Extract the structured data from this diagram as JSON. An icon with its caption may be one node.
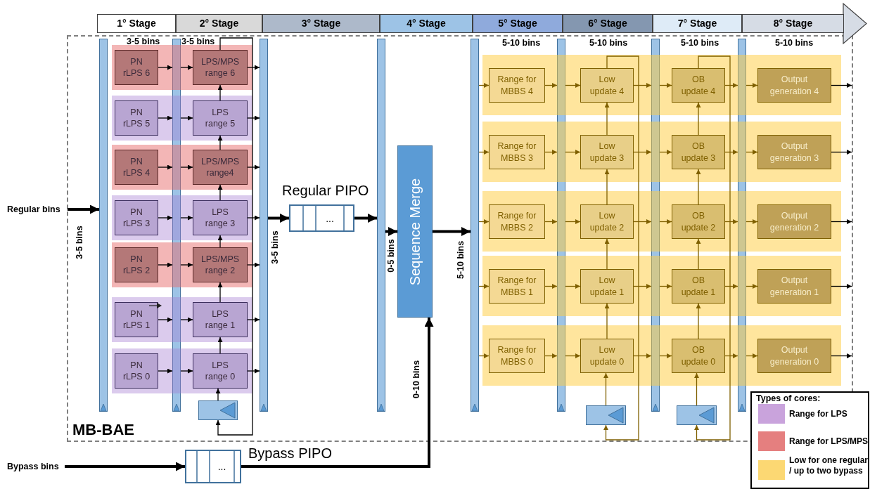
{
  "diagram": {
    "nodes": [
      {
        "text": [
          "1° Stage"
        ]
      },
      {
        "text": [
          "2° Stage"
        ]
      },
      {
        "text": [
          "3° Stage"
        ]
      },
      {
        "text": [
          "4° Stage"
        ]
      },
      {
        "text": [
          "5° Stage"
        ]
      },
      {
        "text": [
          "6° Stage"
        ]
      },
      {
        "text": [
          "7° Stage"
        ]
      },
      {
        "text": [
          "8° Stage"
        ]
      },
      {
        "text": [
          "MB-BAE"
        ]
      },
      {
        "text": [],
        "shape": "bar",
        "in": 8
      },
      {
        "text": [],
        "shape": "bar",
        "in": 8
      },
      {
        "text": [],
        "shape": "bar",
        "in": 8
      },
      {
        "text": [],
        "shape": "bar",
        "in": 8
      },
      {
        "text": [],
        "shape": "bar",
        "in": 8
      },
      {
        "text": [],
        "shape": "bar",
        "in": 8
      },
      {
        "text": [],
        "shape": "bar",
        "in": 8
      },
      {
        "text": [],
        "shape": "bar",
        "in": 8
      },
      {
        "text": [],
        "shape": "band",
        "in": 8
      },
      {
        "text": [
          "PN rLPS 6"
        ],
        "in": 17
      },
      {
        "text": [
          "LPS/MPS range 6"
        ],
        "in": 17
      },
      {
        "text": [],
        "shape": "band",
        "in": 8
      },
      {
        "text": [
          "PN rLPS 5"
        ],
        "in": 20
      },
      {
        "text": [
          "LPS range 5"
        ],
        "in": 20
      },
      {
        "text": [],
        "shape": "band",
        "in": 8
      },
      {
        "text": [
          "PN rLPS 4"
        ],
        "in": 23
      },
      {
        "text": [
          "LPS/MPS range4"
        ],
        "in": 23
      },
      {
        "text": [],
        "shape": "band",
        "in": 8
      },
      {
        "text": [
          "PN rLPS 3"
        ],
        "in": 26
      },
      {
        "text": [
          "LPS range 3"
        ],
        "in": 26
      },
      {
        "text": [],
        "shape": "band",
        "in": 8
      },
      {
        "text": [
          "PN rLPS 2"
        ],
        "in": 29
      },
      {
        "text": [
          "LPS/MPS range 2"
        ],
        "in": 29
      },
      {
        "text": [],
        "shape": "band",
        "in": 8
      },
      {
        "text": [
          "PN rLPS 1"
        ],
        "in": 32
      },
      {
        "text": [
          "LPS range 1"
        ],
        "in": 32
      },
      {
        "text": [],
        "shape": "band",
        "in": 8
      },
      {
        "text": [
          "PN rLPS 0"
        ],
        "in": 35
      },
      {
        "text": [
          "LPS range 0"
        ],
        "in": 35
      },
      {
        "text": [],
        "shape": "box",
        "in": 8
      },
      {
        "text": [
          "Regular bins"
        ]
      },
      {
        "text": [
          "Regular PIPO",
          "..."
        ],
        "in": 8
      },
      {
        "text": [
          "Sequence Merge"
        ],
        "in": 8
      },
      {
        "text": [
          "Bypass bins"
        ]
      },
      {
        "text": [
          "Bypass PIPO",
          "..."
        ]
      },
      {
        "text": [],
        "shape": "band",
        "in": 8
      },
      {
        "text": [
          "Range for MBBS 4"
        ],
        "in": 44
      },
      {
        "text": [
          "Low update 4"
        ],
        "in": 44
      },
      {
        "text": [
          "OB update 4"
        ],
        "in": 44
      },
      {
        "text": [
          "Output generation 4"
        ],
        "in": 44
      },
      {
        "text": [],
        "shape": "band",
        "in": 8
      },
      {
        "text": [
          "Range for MBBS 3"
        ],
        "in": 49
      },
      {
        "text": [
          "Low update 3"
        ],
        "in": 49
      },
      {
        "text": [
          "OB update 3"
        ],
        "in": 49
      },
      {
        "text": [
          "Output generation 3"
        ],
        "in": 49
      },
      {
        "text": [],
        "shape": "band",
        "in": 8
      },
      {
        "text": [
          "Range for MBBS 2"
        ],
        "in": 54
      },
      {
        "text": [
          "Low update 2"
        ],
        "in": 54
      },
      {
        "text": [
          "OB update 2"
        ],
        "in": 54
      },
      {
        "text": [
          "Output generation 2"
        ],
        "in": 54
      },
      {
        "text": [],
        "shape": "band",
        "in": 8
      },
      {
        "text": [
          "Range for MBBS 1"
        ],
        "in": 59
      },
      {
        "text": [
          "Low update 1"
        ],
        "in": 59
      },
      {
        "text": [
          "OB update 1"
        ],
        "in": 59
      },
      {
        "text": [
          "Output generation 1"
        ],
        "in": 59
      },
      {
        "text": [],
        "shape": "band",
        "in": 8
      },
      {
        "text": [
          "Range for MBBS 0"
        ],
        "in": 64
      },
      {
        "text": [
          "Low update 0"
        ],
        "in": 64
      },
      {
        "text": [
          "OB update 0"
        ],
        "in": 64
      },
      {
        "text": [
          "Output generation 0"
        ],
        "in": 64
      },
      {
        "text": [],
        "shape": "box",
        "in": 8
      },
      {
        "text": [],
        "shape": "box",
        "in": 8
      }
    ],
    "edges": [
      {
        "from": 39,
        "to": 9,
        "arrow": "to",
        "style": "thick",
        "color": "#000000"
      },
      {
        "from": 18,
        "to": 10,
        "arrow": "to",
        "color": "#000000"
      },
      {
        "from": 10,
        "to": 19,
        "arrow": "to",
        "color": "#000000"
      },
      {
        "from": 19,
        "to": 11,
        "arrow": "to",
        "color": "#000000"
      },
      {
        "from": 21,
        "to": 10,
        "arrow": "to",
        "color": "#000000"
      },
      {
        "from": 10,
        "to": 22,
        "arrow": "to",
        "color": "#000000"
      },
      {
        "from": 22,
        "to": 11,
        "arrow": "to",
        "color": "#000000"
      },
      {
        "from": 24,
        "to": 10,
        "arrow": "to",
        "color": "#000000"
      },
      {
        "from": 10,
        "to": 25,
        "arrow": "to",
        "color": "#000000"
      },
      {
        "from": 25,
        "to": 11,
        "arrow": "to",
        "color": "#000000"
      },
      {
        "from": 27,
        "to": 10,
        "arrow": "to",
        "color": "#000000"
      },
      {
        "from": 10,
        "to": 28,
        "arrow": "to",
        "color": "#000000"
      },
      {
        "from": 28,
        "to": 11,
        "arrow": "to",
        "color": "#000000"
      },
      {
        "from": 30,
        "to": 10,
        "arrow": "to",
        "color": "#000000"
      },
      {
        "from": 10,
        "to": 31,
        "arrow": "to",
        "color": "#000000"
      },
      {
        "from": 31,
        "to": 11,
        "arrow": "to",
        "color": "#000000"
      },
      {
        "from": 33,
        "to": 10,
        "arrow": "to",
        "color": "#000000"
      },
      {
        "from": 10,
        "to": 34,
        "arrow": "to",
        "color": "#000000"
      },
      {
        "from": 34,
        "to": 11,
        "arrow": "to",
        "color": "#000000"
      },
      {
        "from": 36,
        "to": 10,
        "arrow": "to",
        "color": "#000000"
      },
      {
        "from": 10,
        "to": 37,
        "arrow": "to",
        "color": "#000000"
      },
      {
        "from": 37,
        "to": 11,
        "arrow": "to",
        "color": "#000000"
      },
      {
        "from": 37,
        "to": 34,
        "arrow": "to",
        "color": "#000000"
      },
      {
        "from": 34,
        "to": 31,
        "arrow": "to",
        "color": "#000000"
      },
      {
        "from": 31,
        "to": 28,
        "arrow": "to",
        "color": "#000000"
      },
      {
        "from": 28,
        "to": 25,
        "arrow": "to",
        "color": "#000000"
      },
      {
        "from": 25,
        "to": 22,
        "arrow": "to",
        "color": "#000000"
      },
      {
        "from": 22,
        "to": 19,
        "arrow": "to",
        "color": "#000000"
      },
      {
        "from": 19,
        "to": 38,
        "arrow": "to",
        "color": "#000000"
      },
      {
        "from": 38,
        "to": 37,
        "arrow": "to",
        "color": "#000000"
      },
      {
        "from": 11,
        "to": 40,
        "arrow": "to",
        "style": "thick",
        "color": "#000000"
      },
      {
        "from": 40,
        "to": 12,
        "arrow": "to",
        "style": "thick",
        "color": "#000000"
      },
      {
        "from": 12,
        "to": 41,
        "arrow": "to",
        "style": "thick",
        "color": "#000000"
      },
      {
        "from": 41,
        "to": 13,
        "arrow": "to",
        "style": "thick",
        "color": "#000000"
      },
      {
        "from": 42,
        "to": 43,
        "arrow": "to",
        "style": "thick",
        "color": "#000000"
      },
      {
        "from": 43,
        "to": 41,
        "arrow": "to",
        "style": "thick",
        "color": "#000000"
      },
      {
        "from": 13,
        "to": 45,
        "arrow": "to"
      },
      {
        "from": 45,
        "to": 14,
        "arrow": "to"
      },
      {
        "from": 14,
        "to": 46,
        "arrow": "to"
      },
      {
        "from": 46,
        "to": 15,
        "arrow": "to"
      },
      {
        "from": 15,
        "to": 47,
        "arrow": "to"
      },
      {
        "from": 47,
        "to": 16,
        "arrow": "to"
      },
      {
        "from": 16,
        "to": 48,
        "arrow": "to"
      },
      {
        "from": 48,
        "to": null,
        "arrow": "to",
        "color": "#000000"
      },
      {
        "from": 13,
        "to": 50,
        "arrow": "to"
      },
      {
        "from": 50,
        "to": 14,
        "arrow": "to"
      },
      {
        "from": 14,
        "to": 51,
        "arrow": "to"
      },
      {
        "from": 51,
        "to": 15,
        "arrow": "to"
      },
      {
        "from": 15,
        "to": 52,
        "arrow": "to"
      },
      {
        "from": 52,
        "to": 16,
        "arrow": "to"
      },
      {
        "from": 16,
        "to": 53,
        "arrow": "to"
      },
      {
        "from": 53,
        "to": null,
        "arrow": "to",
        "color": "#000000"
      },
      {
        "from": 13,
        "to": 55,
        "arrow": "to"
      },
      {
        "from": 55,
        "to": 14,
        "arrow": "to"
      },
      {
        "from": 14,
        "to": 56,
        "arrow": "to"
      },
      {
        "from": 56,
        "to": 15,
        "arrow": "to"
      },
      {
        "from": 15,
        "to": 57,
        "arrow": "to"
      },
      {
        "from": 57,
        "to": 16,
        "arrow": "to"
      },
      {
        "from": 16,
        "to": 58,
        "arrow": "to"
      },
      {
        "from": 58,
        "to": null,
        "arrow": "to",
        "color": "#000000"
      },
      {
        "from": 13,
        "to": 60,
        "arrow": "to"
      },
      {
        "from": 60,
        "to": 14,
        "arrow": "to"
      },
      {
        "from": 14,
        "to": 61,
        "arrow": "to"
      },
      {
        "from": 61,
        "to": 15,
        "arrow": "to"
      },
      {
        "from": 15,
        "to": 62,
        "arrow": "to"
      },
      {
        "from": 62,
        "to": 16,
        "arrow": "to"
      },
      {
        "from": 16,
        "to": 63,
        "arrow": "to"
      },
      {
        "from": 63,
        "to": null,
        "arrow": "to",
        "color": "#000000"
      },
      {
        "from": 13,
        "to": 65,
        "arrow": "to"
      },
      {
        "from": 65,
        "to": 14,
        "arrow": "to"
      },
      {
        "from": 14,
        "to": 66,
        "arrow": "to"
      },
      {
        "from": 66,
        "to": 15,
        "arrow": "to"
      },
      {
        "from": 15,
        "to": 67,
        "arrow": "to"
      },
      {
        "from": 67,
        "to": 16,
        "arrow": "to"
      },
      {
        "from": 16,
        "to": 68,
        "arrow": "to"
      },
      {
        "from": 68,
        "to": null,
        "arrow": "to",
        "color": "#000000"
      },
      {
        "from": 66,
        "to": 61,
        "arrow": "to"
      },
      {
        "from": 61,
        "to": 56,
        "arrow": "to"
      },
      {
        "from": 56,
        "to": 51,
        "arrow": "to"
      },
      {
        "from": 51,
        "to": 46,
        "arrow": "to"
      },
      {
        "from": 46,
        "to": 69,
        "arrow": "to"
      },
      {
        "from": 69,
        "to": 66,
        "arrow": "to"
      },
      {
        "from": 67,
        "to": 62,
        "arrow": "to"
      },
      {
        "from": 62,
        "to": 57,
        "arrow": "to"
      },
      {
        "from": 57,
        "to": 52,
        "arrow": "to"
      },
      {
        "from": 52,
        "to": 47,
        "arrow": "to"
      },
      {
        "from": 47,
        "to": 70,
        "arrow": "to"
      },
      {
        "from": 70,
        "to": 67,
        "arrow": "to"
      }
    ],
    "labels": [
      "3-5 bins",
      "3-5 bins",
      "5-10 bins",
      "5-10 bins",
      "5-10 bins",
      "5-10 bins",
      "3-5 bins",
      "3-5 bins",
      "0-5 bins",
      "5-10 bins",
      "0-10 bins",
      "Types of cores:"
    ],
    "legend": [
      {
        "text": "Range for LPS",
        "color": "#c9a3dc"
      },
      {
        "text": "Range for LPS/MPS",
        "color": "#e57f7f"
      },
      {
        "text": "Low for one regular / up to two bypass",
        "color": "#fcd873"
      }
    ]
  }
}
